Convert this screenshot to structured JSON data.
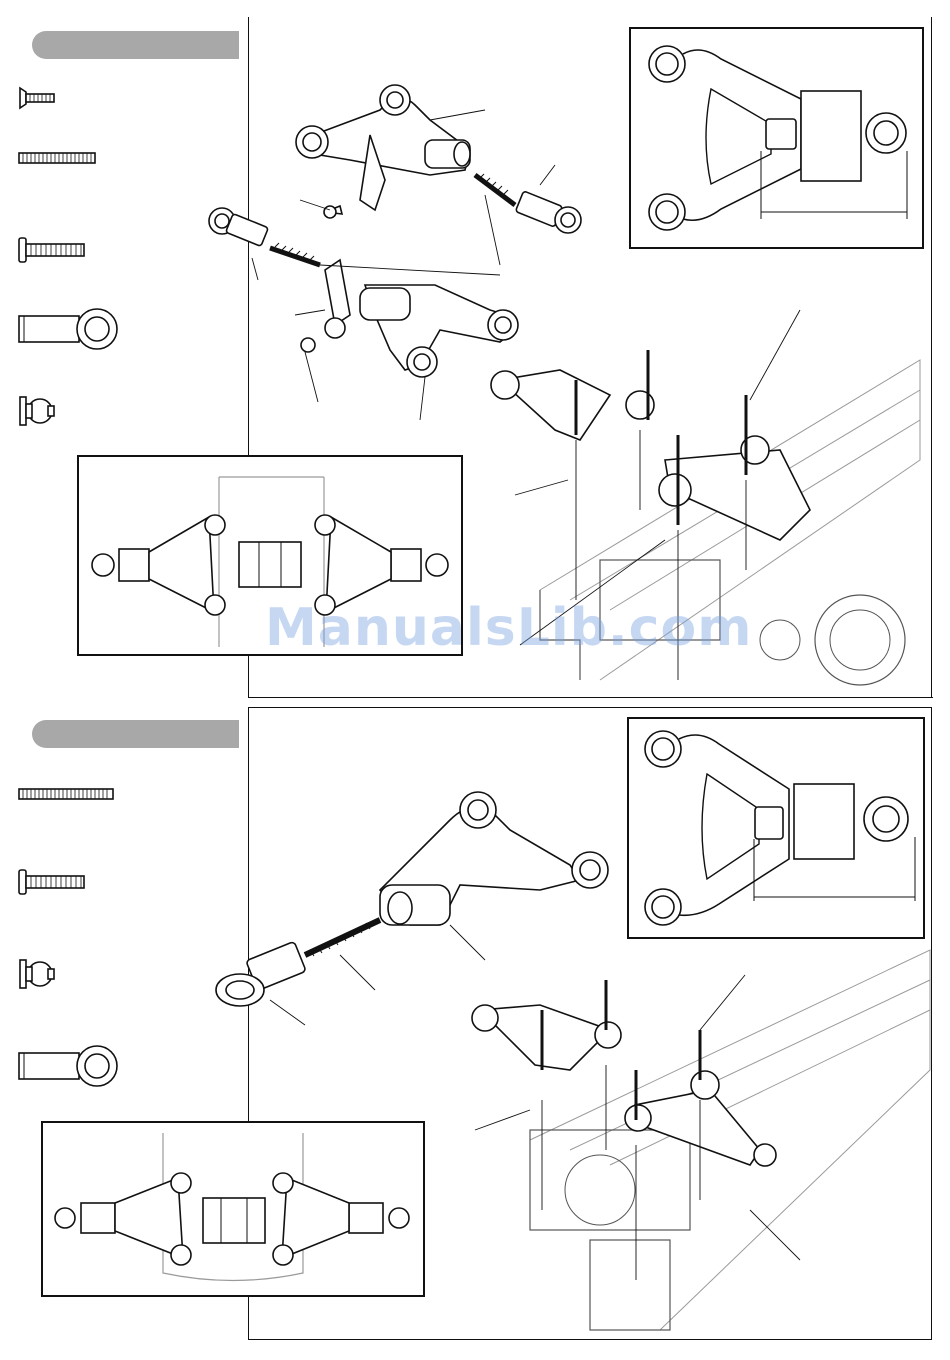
{
  "watermark": {
    "text": "ManualsLib.com"
  },
  "steps": [
    {
      "id": "upper-step",
      "parts": [
        "countersunk-screw",
        "set-screw-long",
        "button-screw",
        "rod-end",
        "pivot-ball"
      ]
    },
    {
      "id": "lower-step",
      "parts": [
        "set-screw-long",
        "button-screw",
        "pivot-ball",
        "rod-end"
      ]
    }
  ],
  "icons": {
    "suspension_arm": "suspension-arm-icon",
    "chassis": "chassis-icon",
    "screw": "screw-icon",
    "ball_stud": "ball-stud-icon"
  },
  "colors": {
    "line": "#111111",
    "tab": "#a8a8a8",
    "faint": "#9a9a9a",
    "watermark": "#78a0e1"
  }
}
